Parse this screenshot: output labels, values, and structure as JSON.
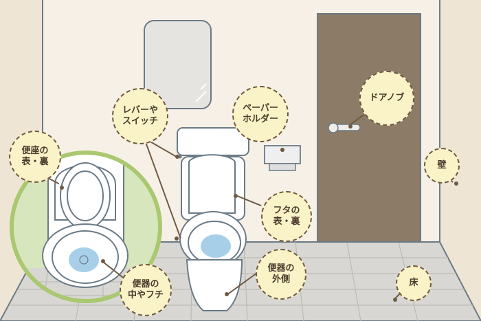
{
  "colors": {
    "wall": "#f7f0e7",
    "wall_side": "#efe5d4",
    "outline": "#6a7a86",
    "floor": "#d9d7d3",
    "door": "#8c7b66",
    "zoom_bg": "#d8e6bd",
    "zoom_ring": "#a9c86f",
    "bubble_fill": "#fbf3c8",
    "bubble_border": "#6e5a44",
    "water": "#a7cfe8",
    "toilet": "#ffffff"
  },
  "labels": {
    "lever_switch": [
      "レバーや",
      "スイッチ"
    ],
    "paper_holder": [
      "ペーパー",
      "ホルダー"
    ],
    "door_knob": [
      "ドアノブ"
    ],
    "seat": [
      "便座の",
      "表・裏"
    ],
    "lid": [
      "フタの",
      "表・裏"
    ],
    "wall": [
      "壁"
    ],
    "bowl_inside": [
      "便器の",
      "中やフチ"
    ],
    "bowl_outside": [
      "便器の",
      "外側"
    ],
    "floor": [
      "床"
    ]
  }
}
